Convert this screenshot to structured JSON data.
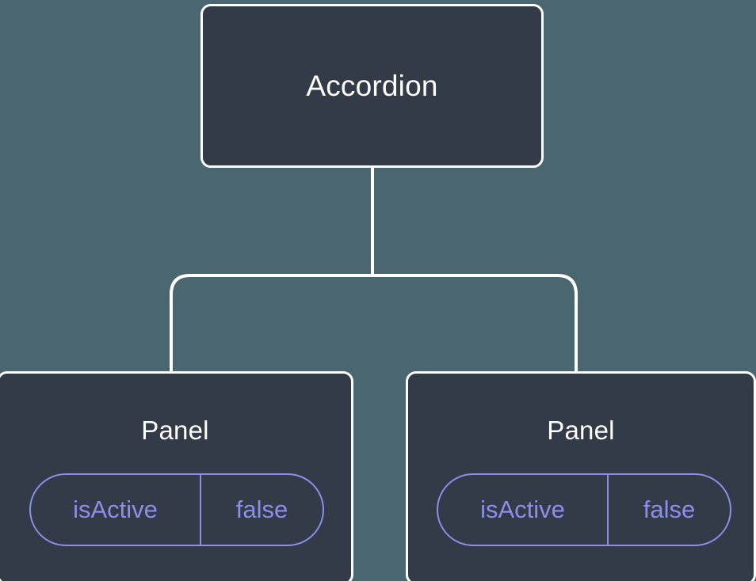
{
  "diagram": {
    "type": "component-tree",
    "background_color": "#4a6671",
    "node_fill_color": "#343b48",
    "node_border_color": "#ffffff",
    "prop_color": "#8b8fe8",
    "root": {
      "title": "Accordion"
    },
    "children": [
      {
        "title": "Panel",
        "props": [
          {
            "key": "isActive",
            "value": "false"
          }
        ]
      },
      {
        "title": "Panel",
        "props": [
          {
            "key": "isActive",
            "value": "false"
          }
        ]
      }
    ]
  }
}
